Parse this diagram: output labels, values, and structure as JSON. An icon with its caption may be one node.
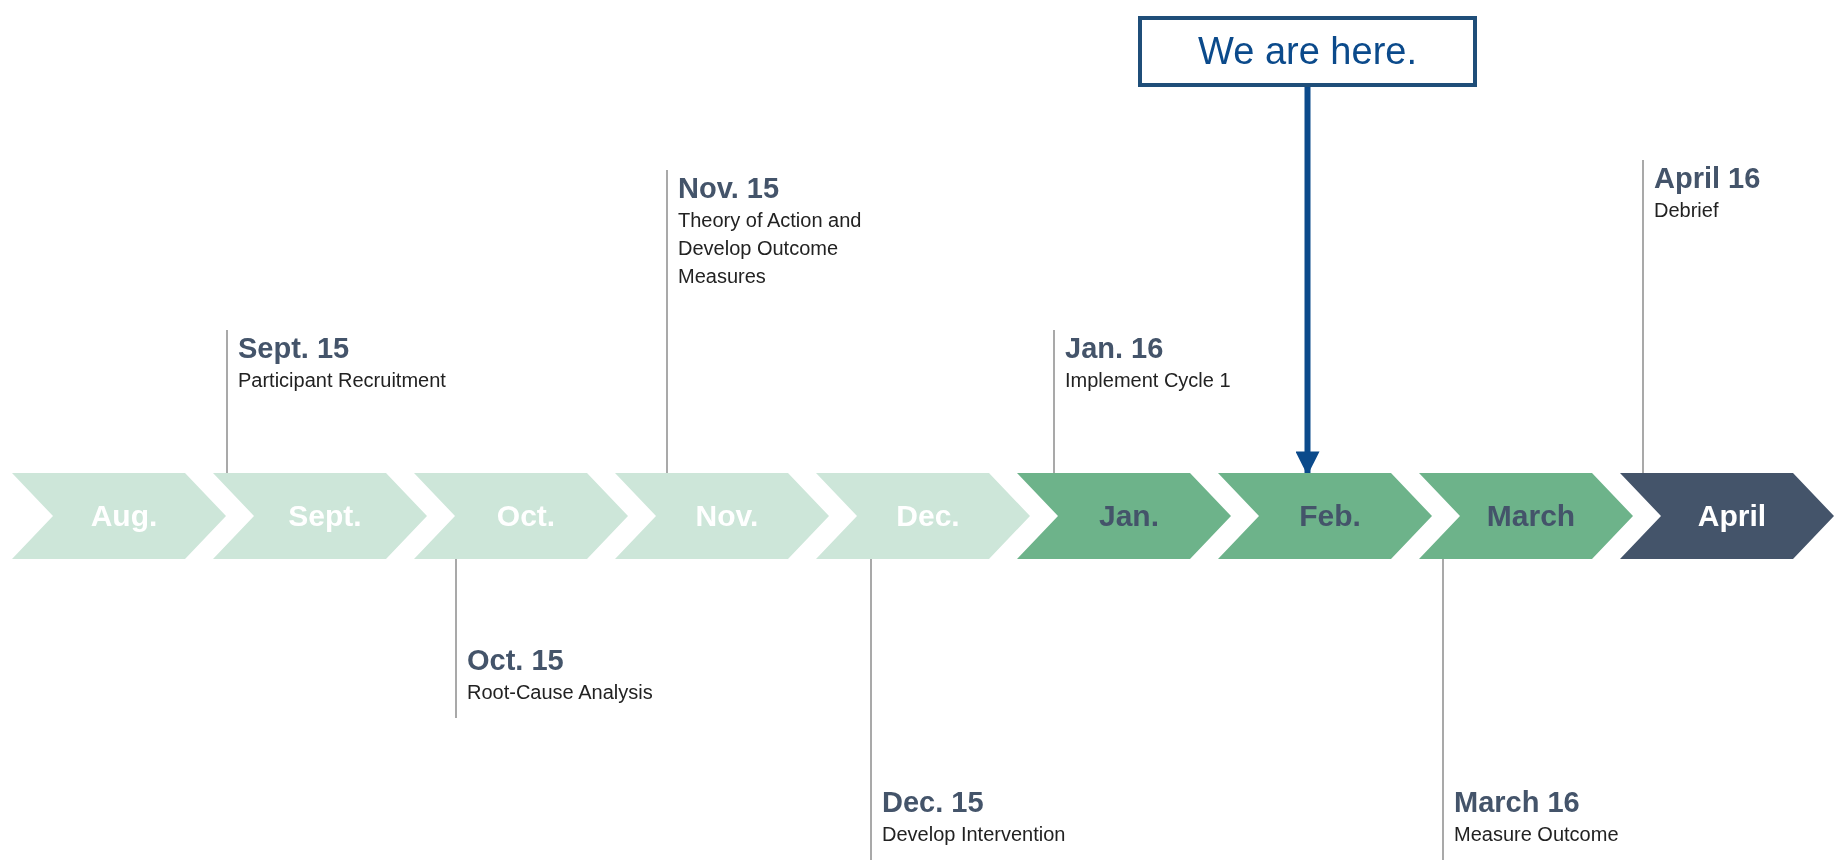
{
  "diagram": {
    "nodes": [
      {
        "text": [
          "We are here."
        ]
      },
      {
        "text": [
          "Nov. 15",
          "Theory of Action and Develop Outcome Measures"
        ]
      },
      {
        "text": [
          "April 16",
          "Debrief"
        ]
      },
      {
        "text": [
          "Sept. 15",
          "Participant Recruitment"
        ]
      },
      {
        "text": [
          "Jan. 16",
          "Implement Cycle 1"
        ]
      },
      {
        "text": [
          "Aug."
        ]
      },
      {
        "text": [
          "Sept."
        ]
      },
      {
        "text": [
          "Oct."
        ]
      },
      {
        "text": [
          "Nov."
        ]
      },
      {
        "text": [
          "Dec."
        ]
      },
      {
        "text": [
          "Jan."
        ]
      },
      {
        "text": [
          "Feb."
        ]
      },
      {
        "text": [
          "March"
        ]
      },
      {
        "text": [
          "April"
        ]
      },
      {
        "text": [
          "Oct. 15",
          "Root-Cause Analysis"
        ]
      },
      {
        "text": [
          "Dec. 15",
          "Develop Intervention"
        ]
      },
      {
        "text": [
          "March 16",
          "Measure Outcome"
        ]
      }
    ],
    "edges": [
      {
        "from": 0,
        "to": 11,
        "arrow": "to",
        "style": "thick",
        "color": "#0b4a8b"
      },
      {
        "from": 1,
        "to": 8,
        "arrow": "none"
      },
      {
        "from": 2,
        "to": 13,
        "arrow": "none"
      },
      {
        "from": 3,
        "to": 6,
        "arrow": "none"
      },
      {
        "from": 4,
        "to": 10,
        "arrow": "none"
      },
      {
        "from": 14,
        "to": 7,
        "arrow": "none"
      },
      {
        "from": 15,
        "to": 9,
        "arrow": "none"
      },
      {
        "from": 16,
        "to": 12,
        "arrow": "none"
      }
    ]
  }
}
